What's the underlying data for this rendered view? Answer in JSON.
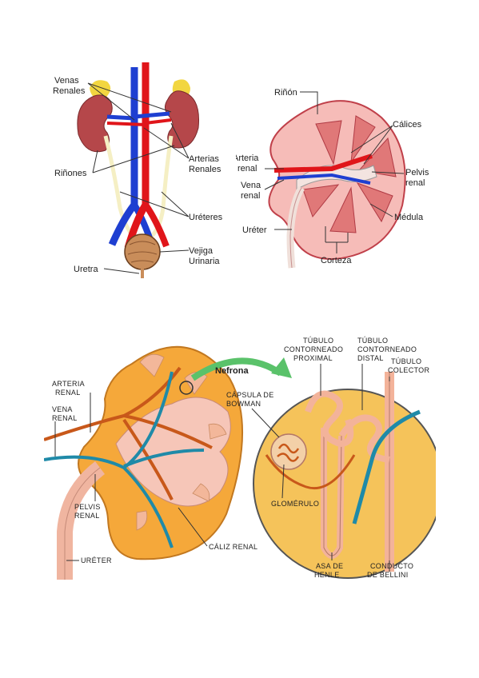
{
  "diagram1": {
    "labels": {
      "venas_renales": [
        "Venas",
        "Renales"
      ],
      "arterias_renales": [
        "Arterias",
        "Renales"
      ],
      "rinones": "Riñones",
      "ureteres": "Uréteres",
      "vejiga": [
        "Vejiga",
        "Urinaria"
      ],
      "uretra": "Uretra"
    }
  },
  "diagram2": {
    "labels": {
      "rinon": "Riñón",
      "calices": "Cálices",
      "arteria": [
        "Arteria",
        "renal"
      ],
      "vena": [
        "Vena",
        "renal"
      ],
      "pelvis": [
        "Pelvis",
        "renal"
      ],
      "medula": "Médula",
      "ureter": "Uréter",
      "corteza": "Corteza"
    }
  },
  "diagram3": {
    "labels": {
      "nefrona": "Nefrona",
      "arteria_renal": [
        "ARTERIA",
        "RENAL"
      ],
      "vena_renal": [
        "VENA",
        "RENAL"
      ],
      "pelvis_renal": [
        "PELVIS",
        "RENAL"
      ],
      "ureter": "URÉTER",
      "caliz_renal": "CÁLIZ RENAL",
      "tubulo_proximal": [
        "TÚBULO",
        "CONTORNEADO",
        "PROXIMAL"
      ],
      "tubulo_distal": [
        "TÚBULO",
        "CONTORNEADO",
        "DISTAL"
      ],
      "tubulo_colector": [
        "TÚBULO",
        "COLECTOR"
      ],
      "capsula_bowman": [
        "CÁPSULA DE",
        "BOWMAN"
      ],
      "glomerulo": "GLOMÉRULO",
      "asa_henle": [
        "ASA DE",
        "HENLE"
      ],
      "conducto_bellini": [
        "CONDUCTO",
        "DE BELLINI"
      ]
    }
  },
  "colors": {
    "vein": "#1e3fd1",
    "artery": "#e0151a",
    "kidney": "#b5474a",
    "fat": "#f2d640",
    "ureter": "#f5efc4",
    "cortex": "#f5a83a",
    "pink": "#f6c6b8",
    "teal": "#1f8aa8"
  }
}
